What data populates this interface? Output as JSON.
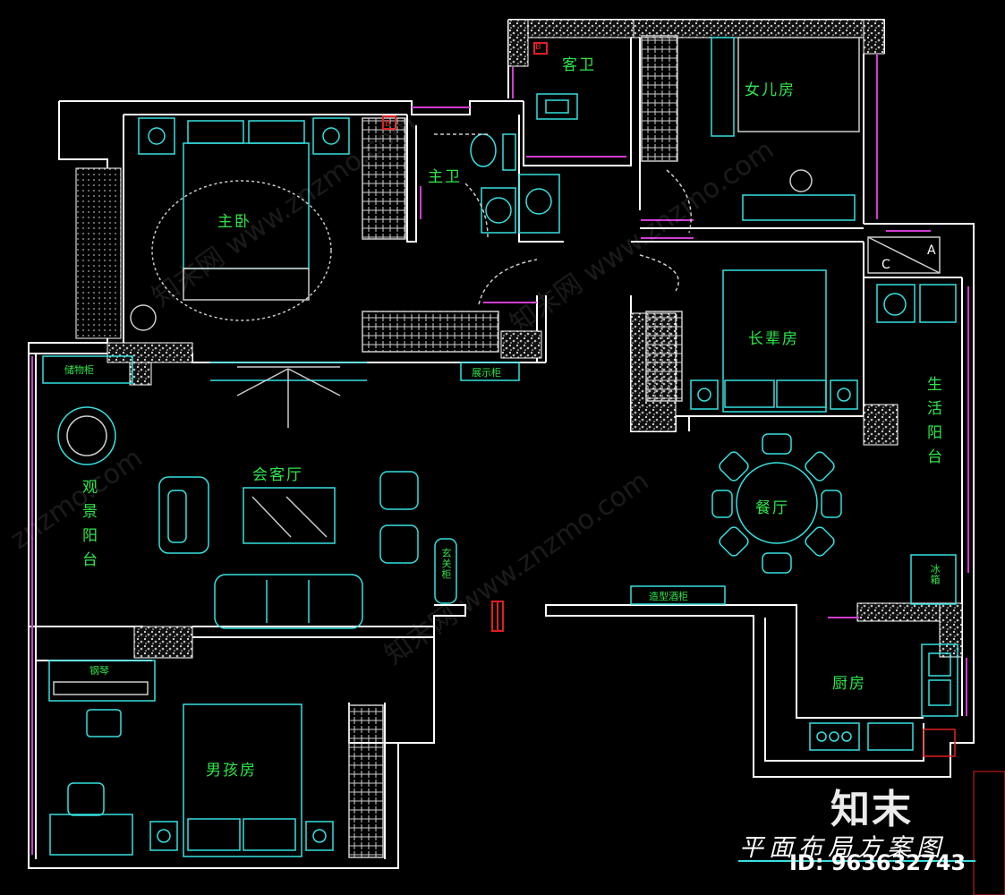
{
  "rooms": {
    "guest_bath": "客卫",
    "daughter_room": "女儿房",
    "master_bath": "主卫",
    "master_bedroom": "主卧",
    "elder_room": "长辈房",
    "living_room": "会客厅",
    "dining_room": "餐厅",
    "view_balcony": "观景阳台",
    "life_balcony": "生活阳台",
    "boy_room": "男孩房",
    "kitchen": "厨房"
  },
  "furniture": {
    "storage_cabinet": "储物柜",
    "display_cabinet": "展示柜",
    "entry_cabinet": "玄关柜",
    "wine_cabinet": "造型酒柜",
    "piano": "钢琴",
    "fridge": "冰箱"
  },
  "markers": {
    "a": "A",
    "b": "B",
    "c": "C"
  },
  "title": "平面布局方案图",
  "logo_text": "知末",
  "id_text": "ID: 963632743",
  "watermarks": [
    "知末网 www.znzmo.com",
    "知末网 www.znzmo.com",
    "知末网 www.znzmo.com",
    "znzmo.com"
  ],
  "colors": {
    "wall": "#ffffff",
    "furniture": "#36e0e0",
    "label": "#2ee64a",
    "window": "#d23bd2",
    "accent_red": "#e02020"
  }
}
